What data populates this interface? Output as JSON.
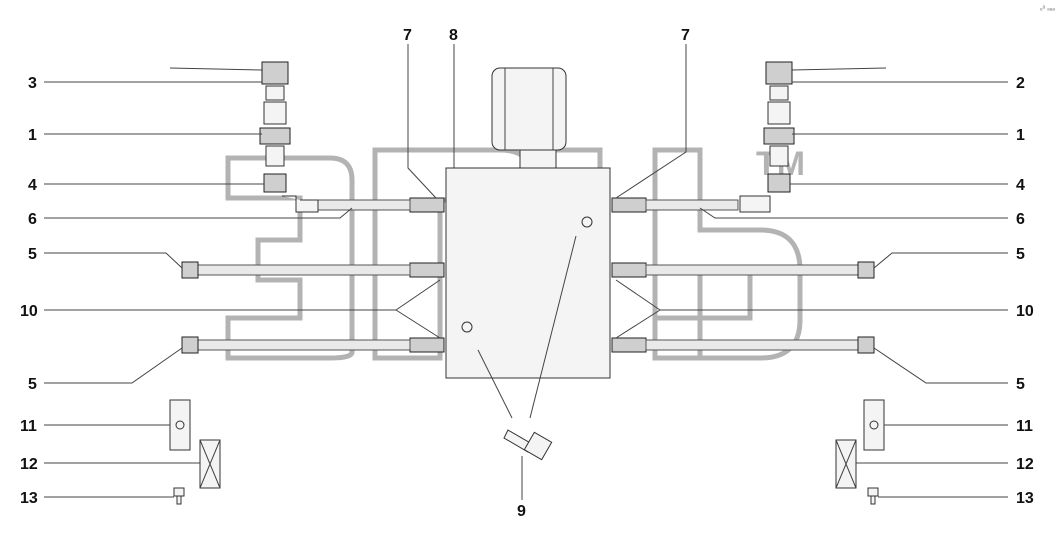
{
  "diagram": {
    "callouts_left": [
      "3",
      "1",
      "4",
      "6",
      "5",
      "10",
      "5",
      "11",
      "12",
      "13"
    ],
    "callouts_right": [
      "2",
      "1",
      "4",
      "6",
      "5",
      "10",
      "5",
      "11",
      "12",
      "13"
    ],
    "callouts_top": [
      "7",
      "8",
      "7"
    ],
    "callouts_bottom": [
      "9"
    ],
    "watermark_tm": "TM",
    "corner_mark": "ₑᵃ ₐₐₐ"
  }
}
